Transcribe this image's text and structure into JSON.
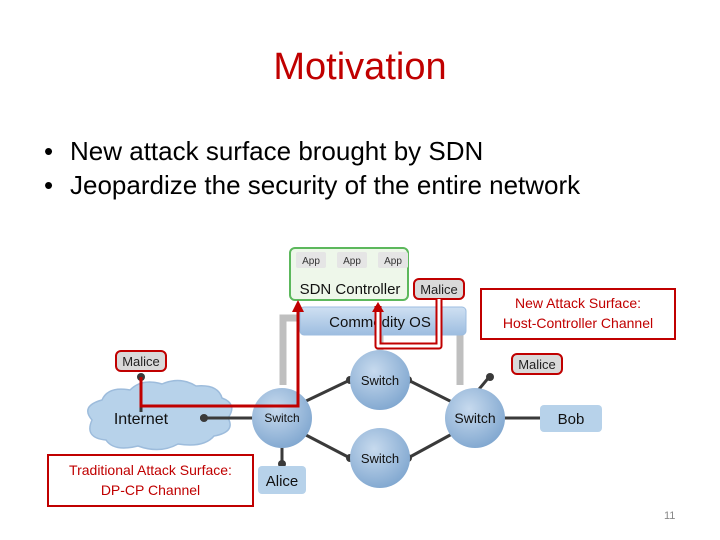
{
  "slide": {
    "title": "Motivation",
    "bullets": [
      "New attack surface brought by SDN",
      "Jeopardize the security of the entire network"
    ],
    "page_number": "11"
  },
  "diagram": {
    "apps": [
      "App",
      "App",
      "App"
    ],
    "controller_label": "SDN Controller",
    "os_label": "Commodity OS",
    "malice_label": "Malice",
    "switch_label": "Switch",
    "internet_label": "Internet",
    "bob_label": "Bob",
    "alice_label": "Alice",
    "callout_host_controller": "New Attack Surface: Host-Controller Channel",
    "callout_dp_cp": "Traditional Attack Surface: DP-CP Channel",
    "colors": {
      "attack_red": "#c00000",
      "app_green": "#5cb85c",
      "node_blue": "#8eb2d6",
      "malice_fill": "#d9d9d9",
      "link_dark": "#3a3a3a",
      "control_gray": "#bfbfbf"
    }
  }
}
